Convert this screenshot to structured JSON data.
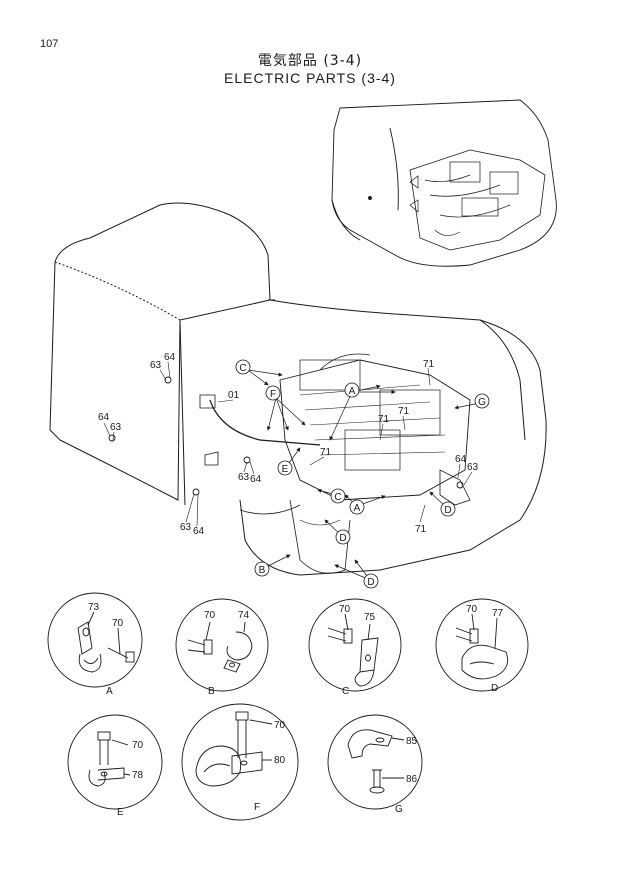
{
  "page_number": "107",
  "title_jp": "電気部品 (3-4)",
  "title_en": "ELECTRIC PARTS (3-4)",
  "callouts": {
    "c63a": "63",
    "c64a": "64",
    "c64b": "64",
    "c63b": "63",
    "c01": "01",
    "c63c": "63",
    "c64c": "64",
    "c63d": "63",
    "c64d": "64",
    "c71a": "71",
    "c71b": "71",
    "c71c": "71",
    "c71d": "71",
    "c71e": "71",
    "c64e": "64",
    "c63e": "63"
  },
  "circle_labels": {
    "C1": "C",
    "F1": "F",
    "A1": "A",
    "G1": "G",
    "E1": "E",
    "C2": "C",
    "A2": "A",
    "D1": "D",
    "D2": "D",
    "B1": "B",
    "D3": "D"
  },
  "details": {
    "A": {
      "label": "A",
      "parts": [
        "73",
        "70"
      ]
    },
    "B": {
      "label": "B",
      "parts": [
        "70",
        "74"
      ]
    },
    "C": {
      "label": "C",
      "parts": [
        "70",
        "75"
      ]
    },
    "D": {
      "label": "D",
      "parts": [
        "70",
        "77"
      ]
    },
    "E": {
      "label": "E",
      "parts": [
        "70",
        "78"
      ]
    },
    "F": {
      "label": "F",
      "parts": [
        "70",
        "80"
      ]
    },
    "G": {
      "label": "G",
      "parts": [
        "85",
        "86"
      ]
    }
  }
}
